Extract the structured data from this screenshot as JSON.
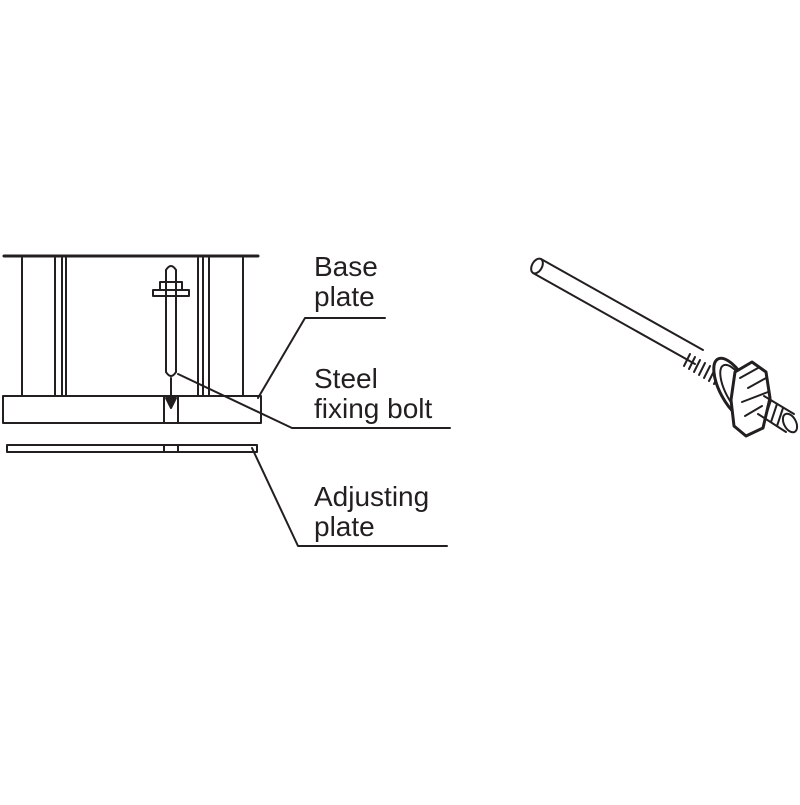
{
  "labels": {
    "base_plate_line1": "Base",
    "base_plate_line2": "plate",
    "bolt_line1": "Steel",
    "bolt_line2": "fixing bolt",
    "adjusting_line1": "Adjusting",
    "adjusting_line2": "plate"
  },
  "colors": {
    "ink": "#231f20",
    "background": "#ffffff",
    "bolt_fill": "#ffffff"
  }
}
